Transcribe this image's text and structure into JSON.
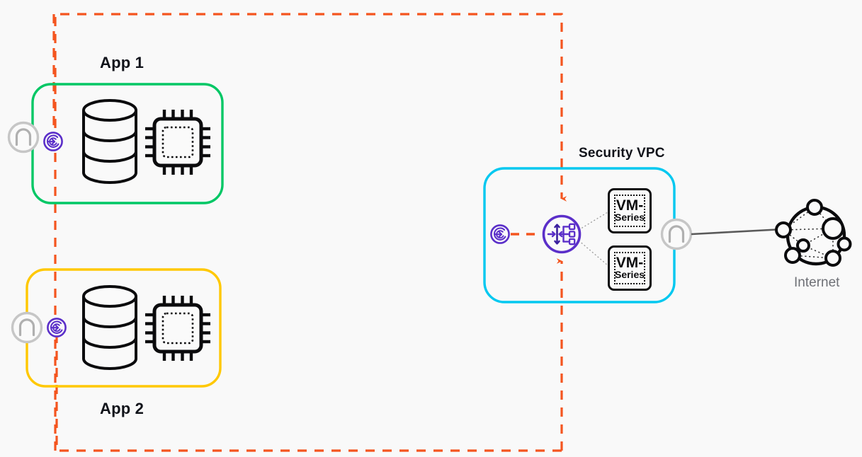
{
  "diagram": {
    "title": "Centralized security VPC inspection architecture",
    "background_color": "#f9f9f9"
  },
  "colors": {
    "app1_border": "#00c765",
    "app2_border": "#ffc800",
    "security_vpc_border": "#00c8f0",
    "traffic_flow": "#f4551f",
    "endpoint_purple": "#5b2fc9",
    "gateway_gray": "#b6b6b6",
    "icon_black": "#0b0b0d",
    "internet_line": "#5a5a5a",
    "text_dark": "#11131a",
    "text_muted": "#6e7076"
  },
  "boundary": {
    "name": "traffic-flow-boundary",
    "style": "dashed",
    "color": "#f4551f"
  },
  "zones": [
    {
      "id": "app1",
      "label": "App 1",
      "label_position": "top",
      "border_color": "#00c765",
      "resources": [
        {
          "name": "database-icon",
          "label": "Database"
        },
        {
          "name": "compute-chip-icon",
          "label": "Compute"
        }
      ],
      "gateway": {
        "name": "gateway-icon",
        "label": "Gateway"
      },
      "endpoint": {
        "name": "vpc-endpoint-icon",
        "label": "VPC Endpoint"
      }
    },
    {
      "id": "app2",
      "label": "App 2",
      "label_position": "bottom",
      "border_color": "#ffc800",
      "resources": [
        {
          "name": "database-icon",
          "label": "Database"
        },
        {
          "name": "compute-chip-icon",
          "label": "Compute"
        }
      ],
      "gateway": {
        "name": "gateway-icon",
        "label": "Gateway"
      },
      "endpoint": {
        "name": "vpc-endpoint-icon",
        "label": "VPC Endpoint"
      }
    },
    {
      "id": "security_vpc",
      "label": "Security VPC",
      "label_position": "top",
      "border_color": "#00c8f0",
      "endpoint": {
        "name": "vpc-endpoint-icon",
        "label": "VPC Endpoint"
      },
      "load_balancer": {
        "name": "gateway-load-balancer-icon",
        "label": "Gateway Load Balancer"
      },
      "firewalls": [
        {
          "name": "vm-series-firewall",
          "line1": "VM-",
          "line2": "Series"
        },
        {
          "name": "vm-series-firewall",
          "line1": "VM-",
          "line2": "Series"
        }
      ],
      "gateway": {
        "name": "gateway-icon",
        "label": "Internet Gateway"
      }
    }
  ],
  "internet": {
    "label": "Internet",
    "icon": "internet-globe-icon"
  },
  "flows": [
    {
      "name": "app-to-security-flow",
      "direction": "into-load-balancer",
      "color": "#f4551f",
      "style": "dashed"
    },
    {
      "name": "security-return-flow",
      "direction": "out-of-load-balancer",
      "color": "#f4551f",
      "style": "dashed"
    },
    {
      "name": "endpoint-to-load-balancer-flow",
      "color": "#f4551f",
      "style": "dashed"
    },
    {
      "name": "gateway-to-internet-link",
      "color": "#5a5a5a",
      "style": "solid"
    }
  ]
}
